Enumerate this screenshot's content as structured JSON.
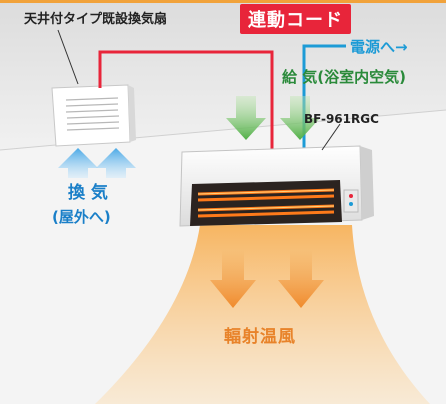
{
  "labels": {
    "ceiling_fan": "天井付タイプ既設換気扇",
    "interlock_cord": "連動コード",
    "power": "電源へ→",
    "supply_air": "給 気(浴室内空気)",
    "model": "BF-961RGC",
    "exhaust": "換 気",
    "exhaust_sub": "(屋外へ)",
    "radiant": "輻射温風"
  },
  "colors": {
    "interlock_cord": "#e8253a",
    "power_cord": "#1d9bd6",
    "supply_arrows": "#5cb85c",
    "exhaust_arrows": "#6ec0ee",
    "radiant_heat": "#f2a24a"
  }
}
